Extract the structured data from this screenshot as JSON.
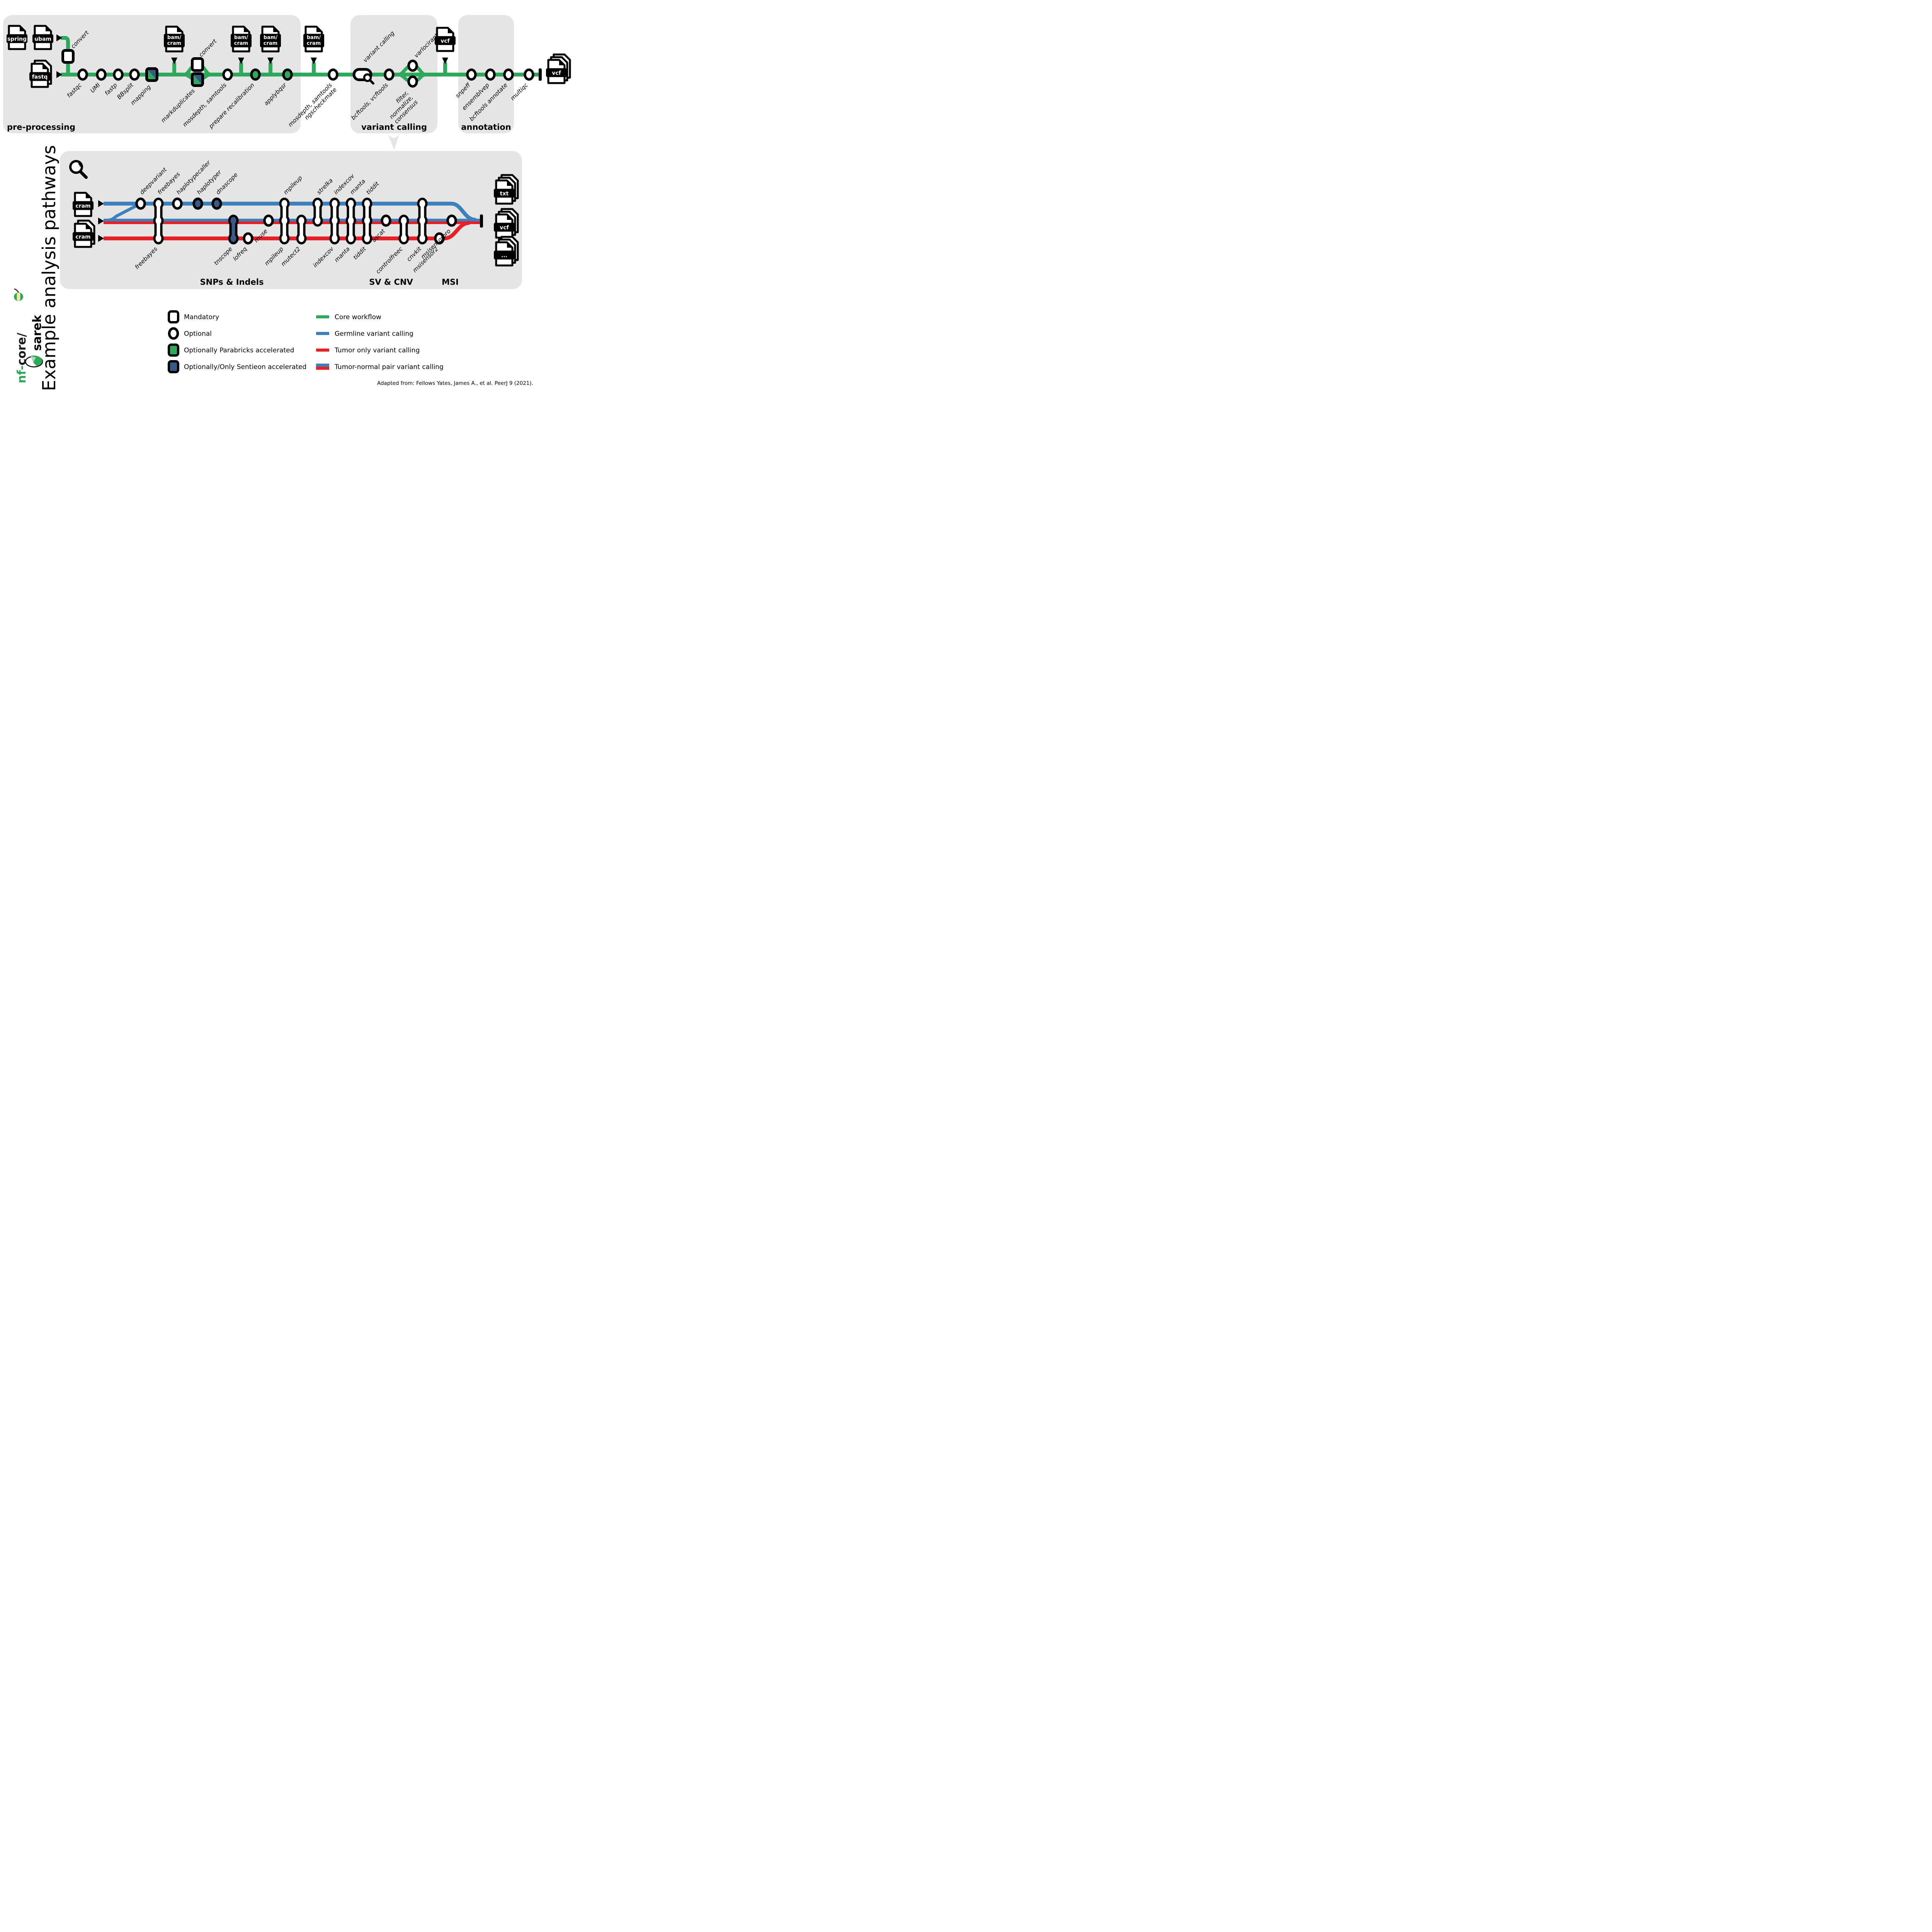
{
  "title": "Example analysis pathways",
  "logo": {
    "prefix": "nf-",
    "core": "core/",
    "pipeline": "sarek"
  },
  "citation": "Adapted from: Fellows Yates, James A., et al.  PeerJ 9 (2021).",
  "colors": {
    "core_green": "#2ea95c",
    "germline_blue": "#3d80be",
    "tumor_red": "#e62128",
    "sentieon_navy": "#3a5786",
    "box_gray": "#e5e5e5"
  },
  "boxes": {
    "preprocessing": "pre-processing",
    "variant_calling": "variant calling",
    "annotation": "annotation"
  },
  "icons": {
    "spring": "spring",
    "ubam": "ubam",
    "fastq": "fastq",
    "bamcram_l1": "bam/",
    "bamcram_l2": "cram",
    "vcf": "vcf",
    "cram": "cram",
    "txt": "txt",
    "dots": "..."
  },
  "preprocess": {
    "convert1": "convert",
    "convert2": "convert",
    "fastqc": "fastqc",
    "umi": "UMI",
    "fastp": "fastp",
    "bbsplit": "BBsplit",
    "mapping": "mapping",
    "markduplicates": "markduplicates",
    "mosdepth": "mosdepth, samtools",
    "prepare_recal": "prepare recalibration",
    "applybqsr": "applybqsr",
    "mosdepth2_l1": "mosdepth, samtools",
    "mosdepth2_l2": "ngscheckmate"
  },
  "variant_calling": {
    "pill": "variant calling",
    "bcftools": "bcftools, vcftools",
    "varlociraptor": "varlociraptor",
    "filter_l1": "filter,",
    "filter_l2": "normalize,",
    "filter_l3": "consensus"
  },
  "annotation": {
    "snpeff": "snpeff",
    "ensemblvep": "ensemblvep",
    "bcftools_annotate": "bcftools annotate",
    "multiqc": "multiqc"
  },
  "pathways": {
    "top": {
      "deepvariant": "deepvariant",
      "freebayes": "freebayes",
      "haplotypecaller": "haplotypecaller",
      "haplotyper": "haplotyper",
      "dnascope": "dnascope",
      "mpileup": "mpileup",
      "strelka": "strelka",
      "indexcov": "indexcov",
      "manta": "manta",
      "tiddit": "tiddit"
    },
    "bottom": {
      "freebayes": "freebayes",
      "tnscope": "tnscope",
      "lofreq": "lofreq",
      "muse": "muse",
      "mpileup": "mpileup",
      "mutect2": "mutect2",
      "indexcov": "indexcov",
      "manta": "manta",
      "tiddit": "tiddit",
      "ascat": "ascat",
      "controlfreec": "controlfreec",
      "cnvkit": "cnvkit",
      "msisensor2": "msisensor2",
      "msisensorpro": "msisensorpro"
    },
    "sections": {
      "snps": "SNPs & Indels",
      "svcnv": "SV & CNV",
      "msi": "MSI"
    }
  },
  "legend": {
    "nodes": [
      {
        "label": "Mandatory",
        "type": "mandatory-square"
      },
      {
        "label": "Optional",
        "type": "optional-circle"
      },
      {
        "label": "Optionally Parabricks accelerated",
        "type": "parabricks-green"
      },
      {
        "label": "Optionally/Only Sentieon accelerated",
        "type": "sentieon-navy"
      }
    ],
    "lines": [
      {
        "label": "Core workflow",
        "type": "core"
      },
      {
        "label": "Germline variant calling",
        "type": "germline"
      },
      {
        "label": "Tumor only variant calling",
        "type": "tumor-only"
      },
      {
        "label": "Tumor-normal pair variant calling",
        "type": "tumor-normal-pair"
      }
    ]
  }
}
